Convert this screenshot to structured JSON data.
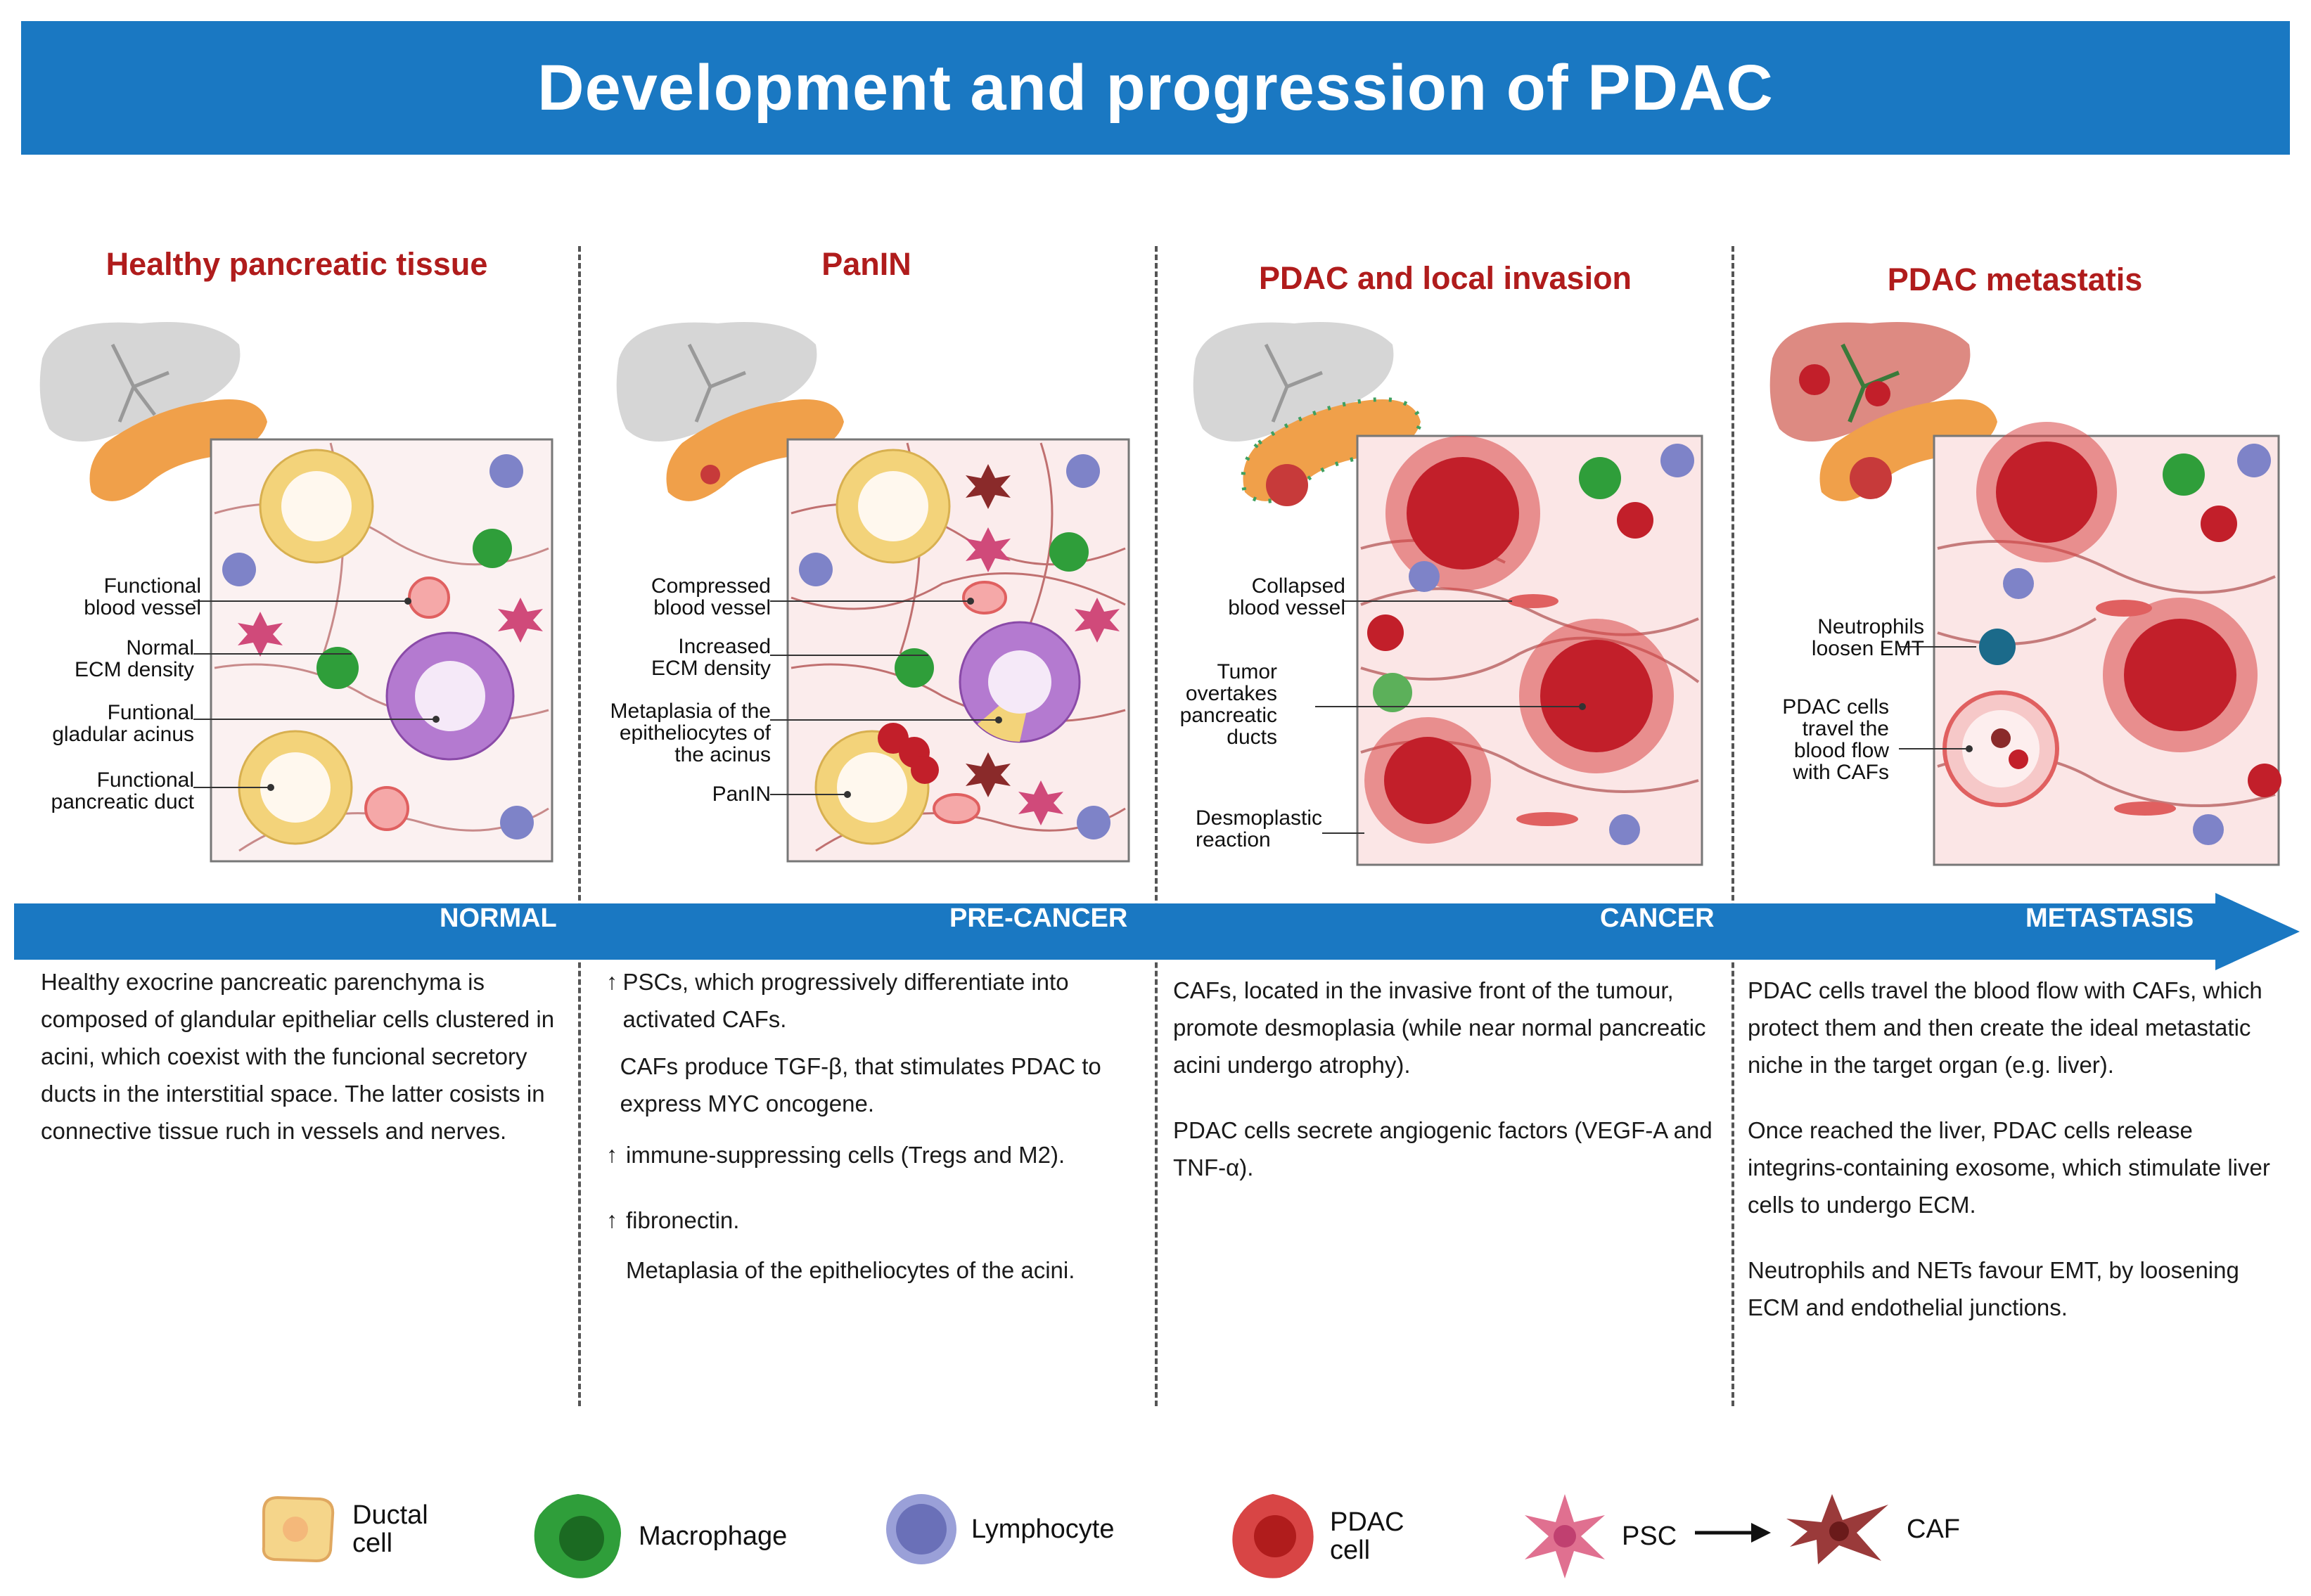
{
  "title": "Development and progression of PDAC",
  "panels": [
    {
      "title": "Healthy pancreatic tissue",
      "stage": "NORMAL",
      "labels": [
        "Functional\nblood vessel",
        "Normal\nECM density",
        "Funtional\ngladular acinus",
        "Functional\npancreatic duct"
      ],
      "description": [
        "Healthy exocrine pancreatic parenchyma is composed of glandular epitheliar cells clustered in acini, which coexist with the funcional secretory ducts in the interstitial space. The latter cosists in connective tissue ruch in vessels and nerves."
      ]
    },
    {
      "title": "PanIN",
      "stage": "PRE-CANCER",
      "labels": [
        "Compressed\nblood vessel",
        "Increased\nECM density",
        "Metaplasia of the\nepitheliocytes of\nthe acinus",
        "PanIN"
      ],
      "description": [
        {
          "arrow": "↑",
          "text": "PSCs, which progressively differentiate into activated CAFs."
        },
        {
          "arrow": "",
          "text": "CAFs produce TGF-β, that stimulates PDAC to express MYC oncogene."
        },
        {
          "arrow": "↑",
          "text": "immune-suppressing cells (Tregs and M2)."
        },
        {
          "arrow": "↑",
          "text": "fibronectin."
        },
        {
          "arrow": "",
          "text": "Metaplasia of the epitheliocytes of the acini."
        }
      ]
    },
    {
      "title": "PDAC and local invasion",
      "stage": "CANCER",
      "labels": [
        "Collapsed\nblood vessel",
        "Tumor\novertakes\npancreatic\nducts",
        "Desmoplastic\nreaction"
      ],
      "description": [
        "CAFs, located in the invasive front of the tumour, promote desmoplasia (while near normal pancreatic acini undergo atrophy).",
        "PDAC cells secrete angiogenic factors (VEGF-A and TNF-α)."
      ]
    },
    {
      "title": "PDAC metastatis",
      "stage": "METASTASIS",
      "labels": [
        "Neutrophils\nloosen EMT",
        "PDAC cells\ntravel the\nblood flow\nwith CAFs"
      ],
      "description": [
        "PDAC cells travel the blood flow with CAFs, which protect them and then create the ideal metastatic niche in the target organ (e.g. liver).",
        "Once reached the liver, PDAC cells release integrins-containing exosome, which stimulate liver cells to undergo ECM.",
        "Neutrophils and NETs favour EMT, by loosening ECM and endothelial junctions."
      ]
    }
  ],
  "legend": [
    {
      "label": "Ductal\ncell",
      "icon": "ductal-cell-icon"
    },
    {
      "label": "Macrophage",
      "icon": "macrophage-icon"
    },
    {
      "label": "Lymphocyte",
      "icon": "lymphocyte-icon"
    },
    {
      "label": "PDAC\ncell",
      "icon": "pdac-cell-icon"
    },
    {
      "label": "PSC",
      "icon": "psc-icon"
    },
    {
      "label": "CAF",
      "icon": "caf-icon"
    }
  ],
  "colors": {
    "banner": "#1a78c2",
    "panel_title": "#b01c1c",
    "stage_bar": "#1a78c2"
  }
}
